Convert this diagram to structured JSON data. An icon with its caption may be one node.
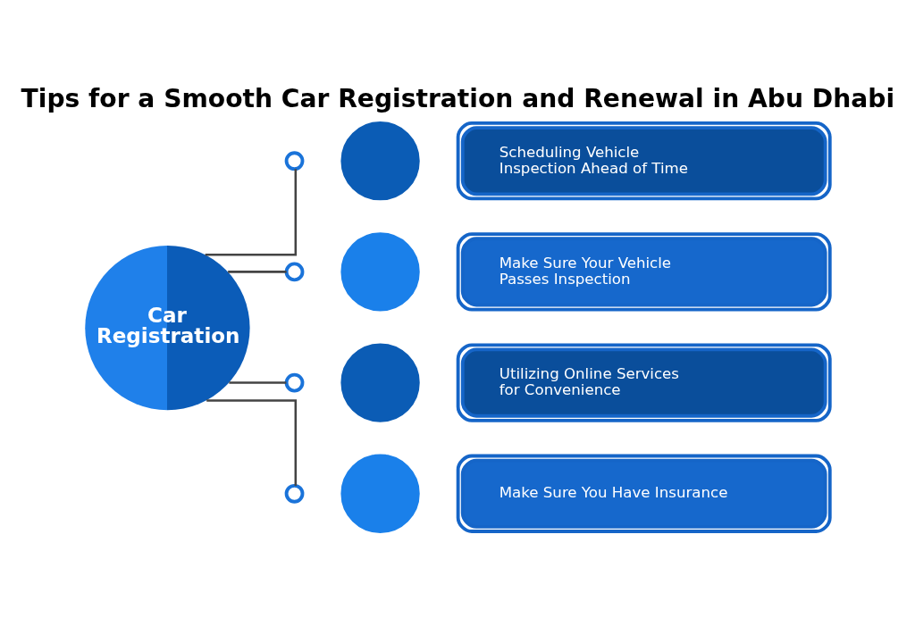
{
  "diagram": {
    "title": "Tips for a Smooth Car Registration and Renewal in Abu Dhabi",
    "nodes": [
      {
        "text": [
          "Car Registration"
        ]
      },
      {
        "text": [],
        "shape": "circle"
      },
      {
        "text": [],
        "shape": "circle"
      },
      {
        "text": [
          "Scheduling Vehicle Inspection Ahead of Time"
        ]
      },
      {
        "text": [],
        "shape": "circle"
      },
      {
        "text": [],
        "shape": "circle"
      },
      {
        "text": [
          "Make Sure Your Vehicle Passes Inspection"
        ]
      },
      {
        "text": [],
        "shape": "circle"
      },
      {
        "text": [],
        "shape": "circle"
      },
      {
        "text": [
          "Utilizing Online Services for Convenience"
        ]
      },
      {
        "text": [],
        "shape": "circle"
      },
      {
        "text": [],
        "shape": "circle"
      },
      {
        "text": [
          "Make Sure You Have Insurance"
        ]
      }
    ],
    "edges": [
      {
        "from": 0,
        "to": 1,
        "arrow": "none"
      },
      {
        "from": 0,
        "to": 4,
        "arrow": "none"
      },
      {
        "from": 0,
        "to": 7,
        "arrow": "none"
      },
      {
        "from": 0,
        "to": 10,
        "arrow": "none"
      }
    ]
  }
}
